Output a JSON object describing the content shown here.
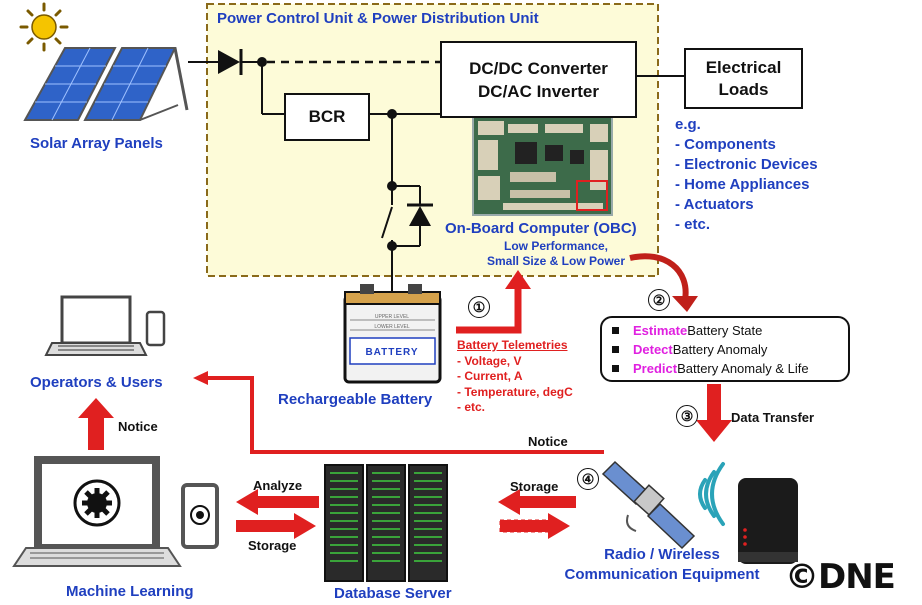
{
  "pcu": {
    "title": "Power Control Unit & Power Distribution Unit"
  },
  "converter": {
    "line1": "DC/DC Converter",
    "line2": "DC/AC Inverter"
  },
  "bcr": {
    "label": "BCR"
  },
  "loads": {
    "line1": "Electrical",
    "line2": "Loads"
  },
  "examples": {
    "items": [
      "e.g.",
      "- Components",
      "- Electronic Devices",
      "- Home Appliances",
      "- Actuators",
      "- etc."
    ]
  },
  "obc": {
    "title": "On-Board Computer (OBC)",
    "sub1": "Low Performance,",
    "sub2": "Small Size & Low Power"
  },
  "solar": {
    "label": "Solar Array Panels"
  },
  "battery": {
    "label": "Rechargeable Battery",
    "case_text": "BATTERY",
    "case_small1": "UPPER LEVEL",
    "case_small2": "LOWER LEVEL"
  },
  "telemetry": {
    "title": "Battery Telemetries",
    "items": [
      "- Voltage, V",
      "- Current, A",
      "- Temperature, degC",
      "- etc."
    ]
  },
  "analysis": {
    "rows": [
      {
        "keyword": "Estimate",
        "rest": " Battery State"
      },
      {
        "keyword": "Detect",
        "rest": " Battery Anomaly"
      },
      {
        "keyword": "Predict",
        "rest": " Battery Anomaly & Life"
      }
    ]
  },
  "steps": {
    "s1": "①",
    "s2": "②",
    "s3": "③",
    "s4": "④"
  },
  "ops": {
    "label": "Operators & Users"
  },
  "flows": {
    "notice1": "Notice",
    "notice2": "Notice",
    "data_transfer": "Data Transfer",
    "analyze": "Analyze",
    "storage_left": "Storage",
    "storage_right": "Storage"
  },
  "ml": {
    "label": "Machine Learning"
  },
  "db": {
    "label": "Database Server"
  },
  "radio": {
    "line1": "Radio / Wireless",
    "line2": "Communication Equipment"
  },
  "copyright": {
    "text": "©DNE"
  },
  "colors": {
    "label_blue": "#1f3fbf",
    "arrow_red": "#e02020",
    "highlight_magenta": "#e020e0",
    "pcu_fill": "#fdfbd8",
    "pcu_border": "#8a6a1a"
  }
}
